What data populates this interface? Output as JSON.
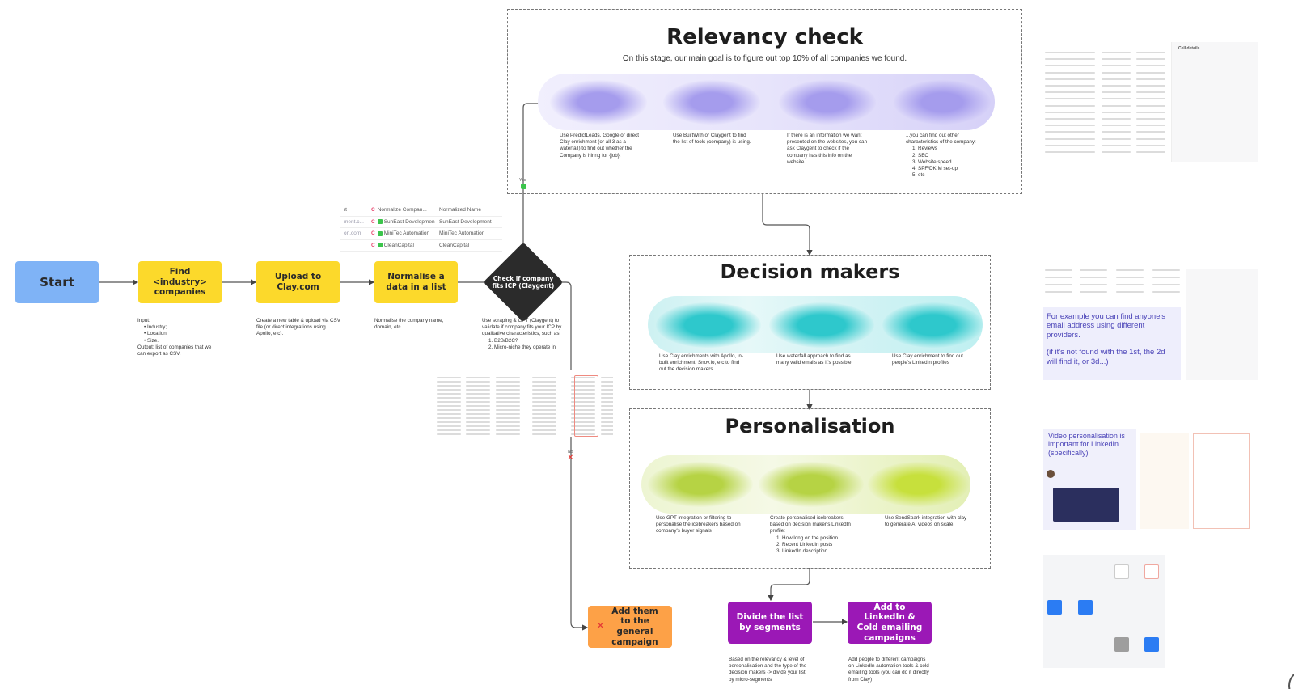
{
  "flow": {
    "start": "Start",
    "find_companies": "Find <industry> companies",
    "upload": "Upload to Clay.com",
    "normalise": "Normalise a data in a list",
    "check_icp": "Check if company fits ICP (Claygent)",
    "general_campaign": "Add them to the general campaign",
    "divide_segments": "Divide the list by segments",
    "add_campaigns": "Add to LinkedIn & Cold emailing campaigns",
    "yes_label": "Yes",
    "no_label": "No"
  },
  "notes": {
    "find_input_label": "Input:",
    "find_input_items": [
      "Industry;",
      "Location;",
      "Size."
    ],
    "find_output": "Output: list of companies that we can export as CSV.",
    "upload": "Create a new table & upload via CSV file (or direct integrations using Apollo, etc).",
    "normalise": "Normalise the company name, domain, etc.",
    "check_icp": "Use scraping & GPT (Claygent) to validate if company fits your ICP by qualitative characteristics, such as:",
    "check_icp_items": [
      "B2B/B2C?",
      "Micro-niche they operate in"
    ],
    "divide": "Based on the relevancy & level of personalisation and the type of the decision makers -> divide your list by micro-segments",
    "add_campaigns": "Add people to different campaigns on LinkedIn automation tools & cold emailing tools (you can do it directly from Clay)"
  },
  "normalize_table": {
    "headers": [
      "rt",
      "Normalize Compan...",
      "Normalized Name"
    ],
    "rows": [
      [
        "ment.c...",
        "SunEast Developmen",
        "SunEast Development"
      ],
      [
        "on.com",
        "MiniTec Automation",
        "MiniTec Automation"
      ],
      [
        "",
        "CleanCapital",
        "CleanCapital"
      ]
    ]
  },
  "relevancy": {
    "title": "Relevancy check",
    "subtitle": "On this stage, our main goal is to figure out top 10% of all companies we found.",
    "columns": [
      "Use PredictLeads, Google or direct Clay enrichment (or all 3 as a waterfall) to find out whether the Company is hiring for {job}.",
      "Use BuiltWith or Claygent to find the list of tools (company) is using.",
      "If there is an information we want presented on the websites, you can ask Claygent to check if the company has this info on the website.",
      "...you can find out other characteristics of the company:"
    ],
    "column4_items": [
      "Reviews",
      "SEO",
      "Website speed",
      "SPF/DKIM set-up",
      "etc"
    ]
  },
  "decision_makers": {
    "title": "Decision makers",
    "columns": [
      "Use Clay enrichments with Apollo, in-built enrichment, Snov.io, etc to find out the decision makers.",
      "Use waterfall approach to find as many valid emails as it's possible",
      "Use Clay enrichment to find out people's LinkedIn profiles"
    ]
  },
  "personalisation": {
    "title": "Personalisation",
    "columns": [
      "Use GPT integration or filtering to personalise the icebreakers based on company's buyer signals",
      "Create personalised icebreakers based on decision maker's LinkedIn profile:",
      "Use SendSpark integration with clay to generate AI videos on scale."
    ],
    "column2_items": [
      "How long on the position",
      "Recent LinkedIn posts",
      "LinkedIn description"
    ]
  },
  "side_shots": {
    "cell_details_title": "Cell details",
    "email_note": "For example you can find anyone's email address using different providers.",
    "email_note_2": "(if it's not found with the 1st, the 2d will find it, or 3d...)",
    "video_note": "Video personalisation is important for LinkedIn (specifically)"
  },
  "colors": {
    "start": "#7fb3f6",
    "step": "#fcd92b",
    "decision": "#2b2b2b",
    "fallback": "#fda147",
    "final": "#9b18b6",
    "relevancy_blob": "#a59ced",
    "decision_blob": "#2ec8cc",
    "personalisation_blob": "#b6d344",
    "yes": "#3bc44b",
    "no": "#e53935"
  }
}
